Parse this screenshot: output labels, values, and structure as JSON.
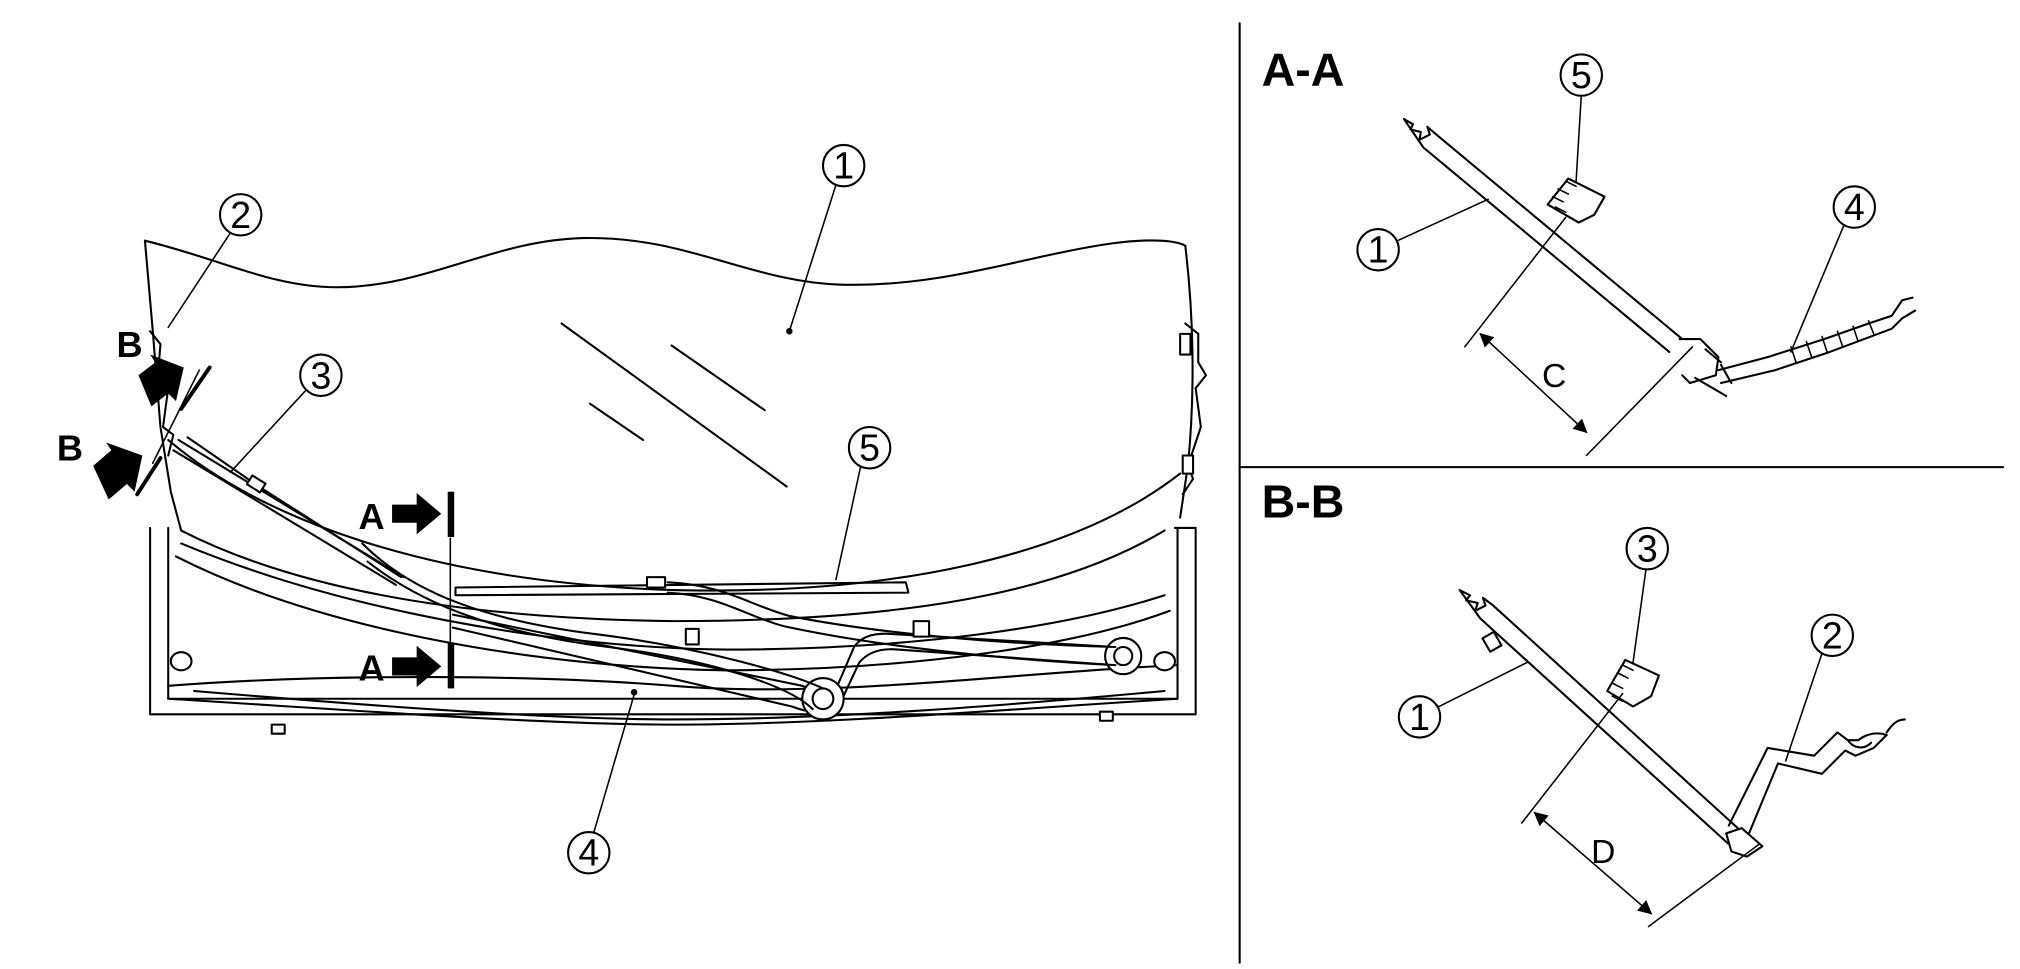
{
  "callouts": {
    "main": {
      "windshield": "1",
      "cowl_seal": "2",
      "wiper_arm_left": "3",
      "cowl_top": "4",
      "wiper_arm_right": "5"
    },
    "section_aa": {
      "wiper_blade": "5",
      "windshield": "1",
      "cowl_top": "4"
    },
    "section_bb": {
      "wiper_blade": "3",
      "windshield": "1",
      "cowl_seal": "2"
    }
  },
  "view_markers": {
    "section_a_upper": "A",
    "section_a_lower": "A",
    "section_b_upper": "B",
    "section_b_lower": "B"
  },
  "sections": {
    "aa": {
      "title": "A-A",
      "dimension": "C"
    },
    "bb": {
      "title": "B-B",
      "dimension": "D"
    }
  }
}
